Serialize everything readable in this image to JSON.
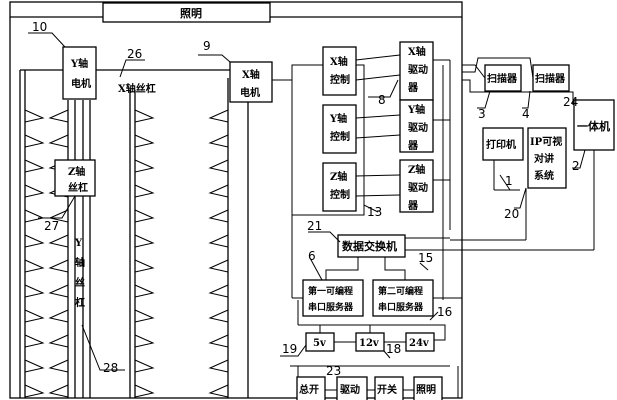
{
  "components": {
    "lighting_top": "照明",
    "y_motor": [
      "Y轴",
      "电机"
    ],
    "x_lead_screw": "X轴丝杠",
    "x_motor": [
      "X轴",
      "电机"
    ],
    "x_control": [
      "X轴",
      "控制"
    ],
    "y_control": [
      "Y轴",
      "控制"
    ],
    "z_control": [
      "Z轴",
      "控制"
    ],
    "x_driver": [
      "X轴",
      "驱动",
      "器"
    ],
    "y_driver": [
      "Y轴",
      "驱动",
      "器"
    ],
    "z_driver": [
      "Z轴",
      "驱动",
      "器"
    ],
    "z_lead_screw": [
      "Z轴",
      "丝杠"
    ],
    "y_lead_screw": [
      "Y",
      "轴",
      "丝",
      "杠"
    ],
    "scanner_1": "扫描器",
    "scanner_2": "扫描器",
    "all_in_one": "一体机",
    "printer": "打印机",
    "ip_intercom": [
      "IP可视",
      "对讲",
      "系统"
    ],
    "data_switch": "数据交换机",
    "serial_server_1": [
      "第一可编程",
      "串口服务器"
    ],
    "serial_server_2": [
      "第二可编程",
      "串口服务器"
    ],
    "psu_5v": "5v",
    "psu_12v": "12v",
    "psu_24v": "24v",
    "main_switch": "总开",
    "drive_bottom": "驱动",
    "switch_bottom": "开关",
    "lighting_bottom": "照明"
  },
  "reference_numbers": {
    "n10": "10",
    "n26": "26",
    "n9": "9",
    "n8": "8",
    "n3": "3",
    "n4": "4",
    "n24": "24",
    "n1": "1",
    "n2": "2",
    "n20": "20",
    "n27": "27",
    "n21": "21",
    "n13": "13",
    "n6": "6",
    "n15": "15",
    "n16": "16",
    "n19": "19",
    "n18": "18",
    "n23": "23",
    "n28": "28"
  }
}
